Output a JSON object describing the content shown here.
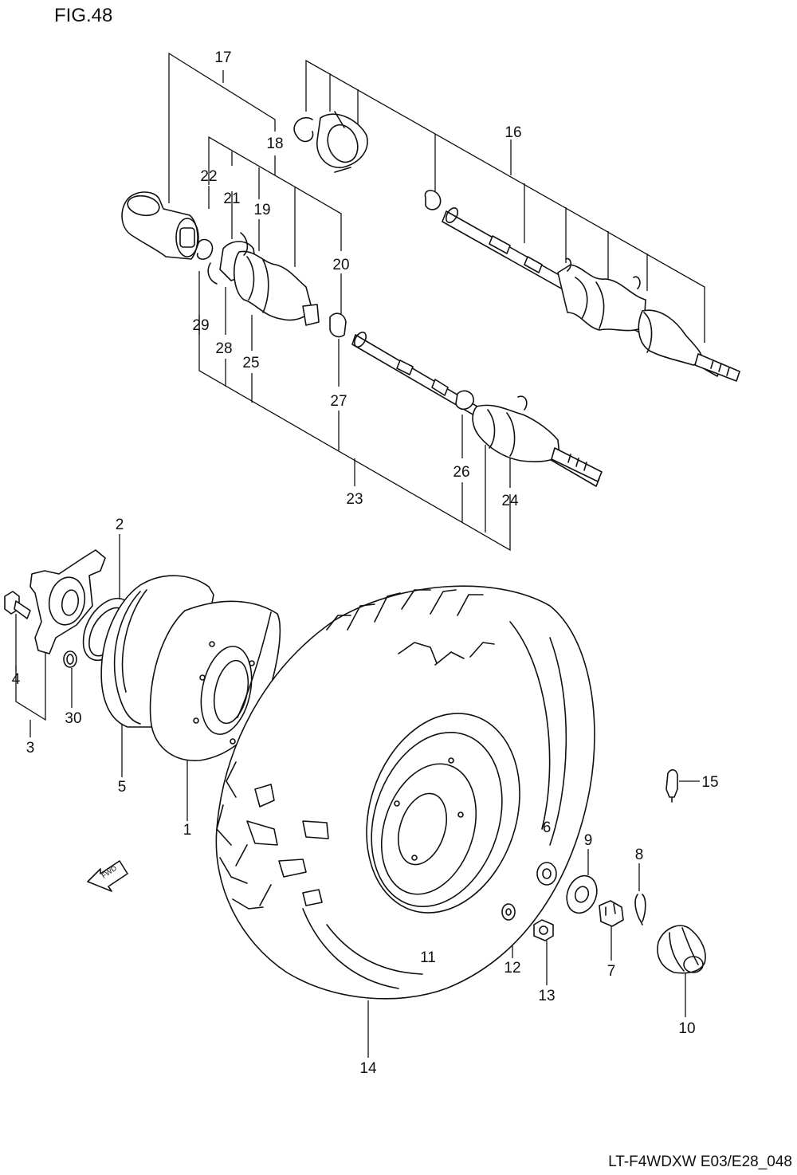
{
  "figure": {
    "title": "FIG.48",
    "code": "LT-F4WDXW E03/E28_048",
    "fwd_label": "FWD"
  },
  "callouts": [
    "1",
    "2",
    "3",
    "4",
    "5",
    "6",
    "7",
    "8",
    "9",
    "10",
    "11",
    "12",
    "13",
    "14",
    "15",
    "16",
    "17",
    "18",
    "19",
    "20",
    "21",
    "22",
    "23",
    "24",
    "25",
    "26",
    "27",
    "28",
    "29",
    "30"
  ]
}
